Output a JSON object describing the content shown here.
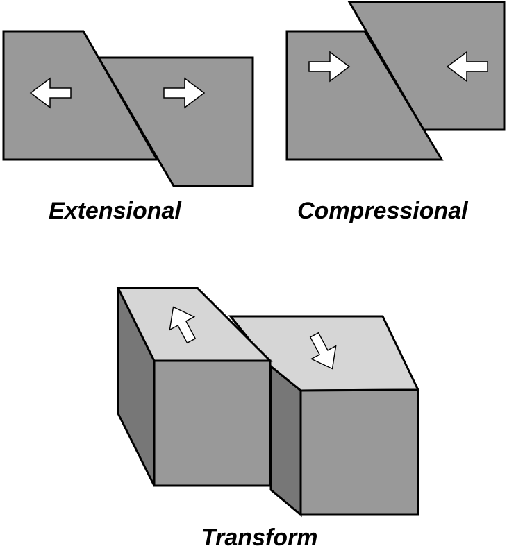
{
  "labels": {
    "extensional": "Extensional",
    "compressional": "Compressional",
    "transform": "Transform"
  },
  "colors": {
    "block_face": "#999999",
    "block_top": "#d6d6d6",
    "block_side_dark": "#777777",
    "outline": "#000000",
    "arrow_fill": "#ffffff",
    "background": "#ffffff"
  },
  "icons": {
    "extensional_left": "arrow-left-icon",
    "extensional_right": "arrow-right-icon",
    "compressional_left": "arrow-right-icon",
    "compressional_right": "arrow-left-icon",
    "transform_back": "arrow-up-left-icon",
    "transform_front": "arrow-down-right-icon"
  }
}
